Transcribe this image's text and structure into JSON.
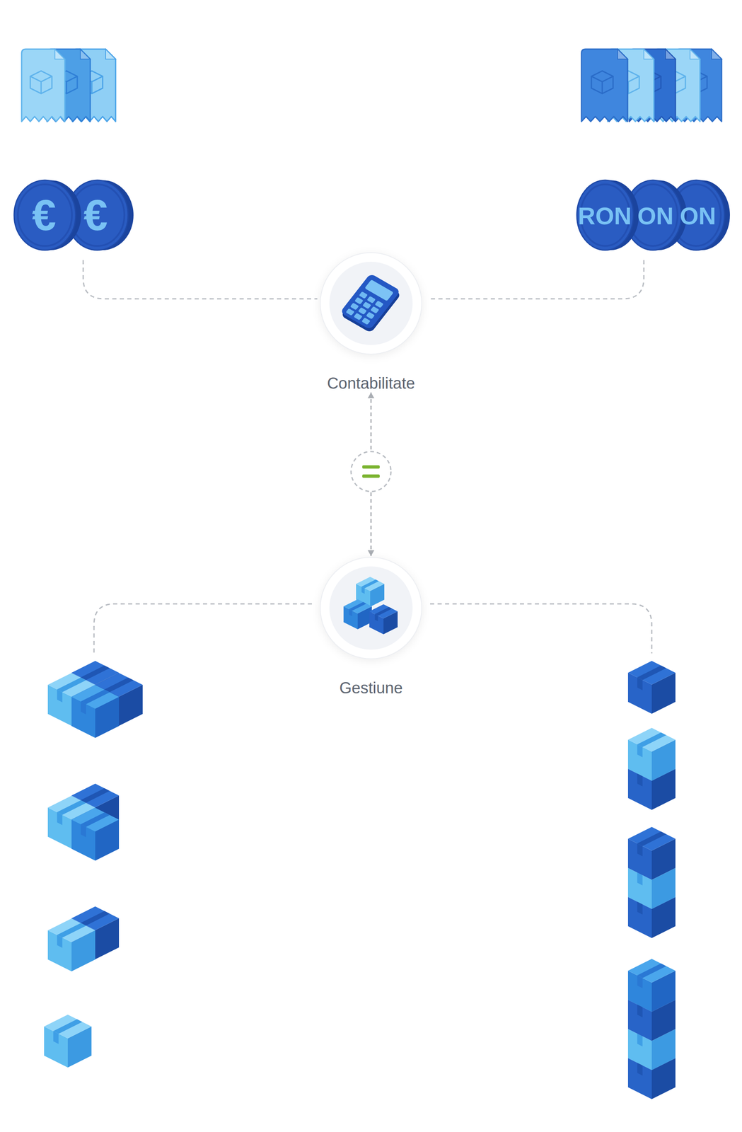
{
  "diagram": {
    "nodes": [
      {
        "text": [
          "Contabilitate"
        ]
      },
      {
        "text": [
          "Gestiune"
        ]
      }
    ],
    "edges": [
      {
        "from": 0,
        "to": 1,
        "arrow": "both"
      }
    ],
    "labels": [
      "€",
      "€",
      "RON",
      "ON",
      "ON"
    ]
  }
}
